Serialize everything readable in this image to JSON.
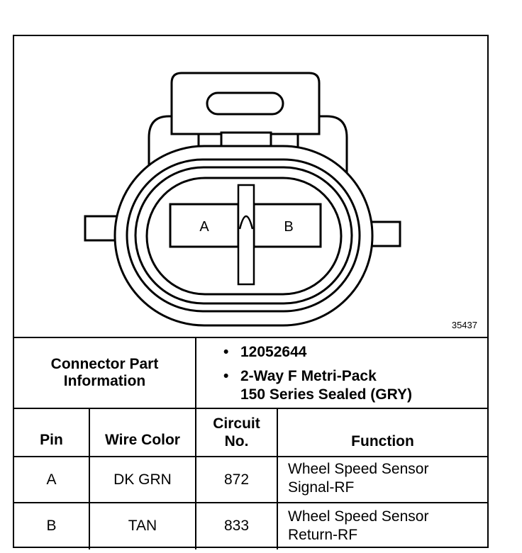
{
  "figure_number": "35437",
  "connector": {
    "cavity_a": "A",
    "cavity_b": "B"
  },
  "part_info": {
    "header_line1": "Connector Part",
    "header_line2": "Information",
    "bullet": "•",
    "part_number": "12052644",
    "desc_line1": "2-Way F Metri-Pack",
    "desc_line2": "150 Series Sealed (GRY)"
  },
  "table": {
    "headers": {
      "pin": "Pin",
      "wire_color": "Wire Color",
      "circuit_line1": "Circuit",
      "circuit_line2": "No.",
      "function": "Function"
    },
    "rows": [
      {
        "pin": "A",
        "wire_color": "DK GRN",
        "circuit": "872",
        "function_line1": "Wheel Speed Sensor",
        "function_line2": "Signal-RF"
      },
      {
        "pin": "B",
        "wire_color": "TAN",
        "circuit": "833",
        "function_line1": "Wheel Speed Sensor",
        "function_line2": "Return-RF"
      }
    ]
  }
}
